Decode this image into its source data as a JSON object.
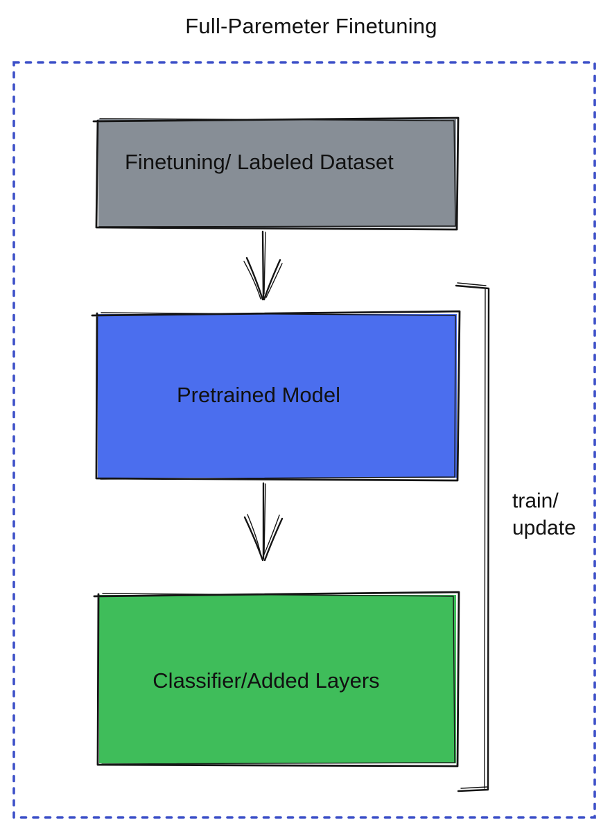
{
  "title": {
    "text": "Full-Paremeter Finetuning",
    "color": "#3C52CB"
  },
  "frame": {
    "border_color": "#3D50C8",
    "style": "dotted"
  },
  "boxes": {
    "dataset": {
      "label": "Finetuning/ Labeled Dataset",
      "fill": "#878E96"
    },
    "pretrained": {
      "label": "Pretrained Model",
      "fill": "#4B6EEE"
    },
    "classifier": {
      "label": "Classifier/Added Layers",
      "fill": "#3FBD5A"
    }
  },
  "connectors": {
    "arrow_1": "dataset-to-pretrained",
    "arrow_2": "pretrained-to-classifier"
  },
  "bracket": {
    "label_line1": "train/",
    "label_line2": "update",
    "ink_color": "#151515"
  }
}
